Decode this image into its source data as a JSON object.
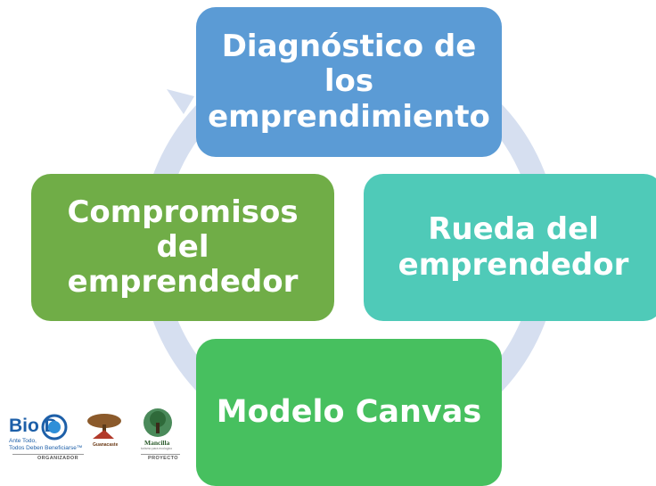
{
  "cycle": {
    "steps": [
      {
        "label": "Diagnóstico de\nlos\nemprendimiento",
        "color": "#5b9bd5"
      },
      {
        "label": "Rueda del\nemprendedor",
        "color": "#4fcab8"
      },
      {
        "label": "Modelo Canvas",
        "color": "#47c05f"
      },
      {
        "label": "Compromisos\ndel\nemprendedor",
        "color": "#70ad47"
      }
    ],
    "ring_color": "#d6dff0"
  },
  "logos": {
    "biod": {
      "word": "Bio D",
      "tagline": "Ante Todo,\nTodos Deben Beneficiarse™"
    },
    "guanacaste": {
      "name": "Guanacaste"
    },
    "mancilla": {
      "name": "Mancilla",
      "tagline": "turismo para ecologico"
    },
    "organizer_label": "ORGANIZADOR",
    "project_label": "PROYECTO"
  }
}
